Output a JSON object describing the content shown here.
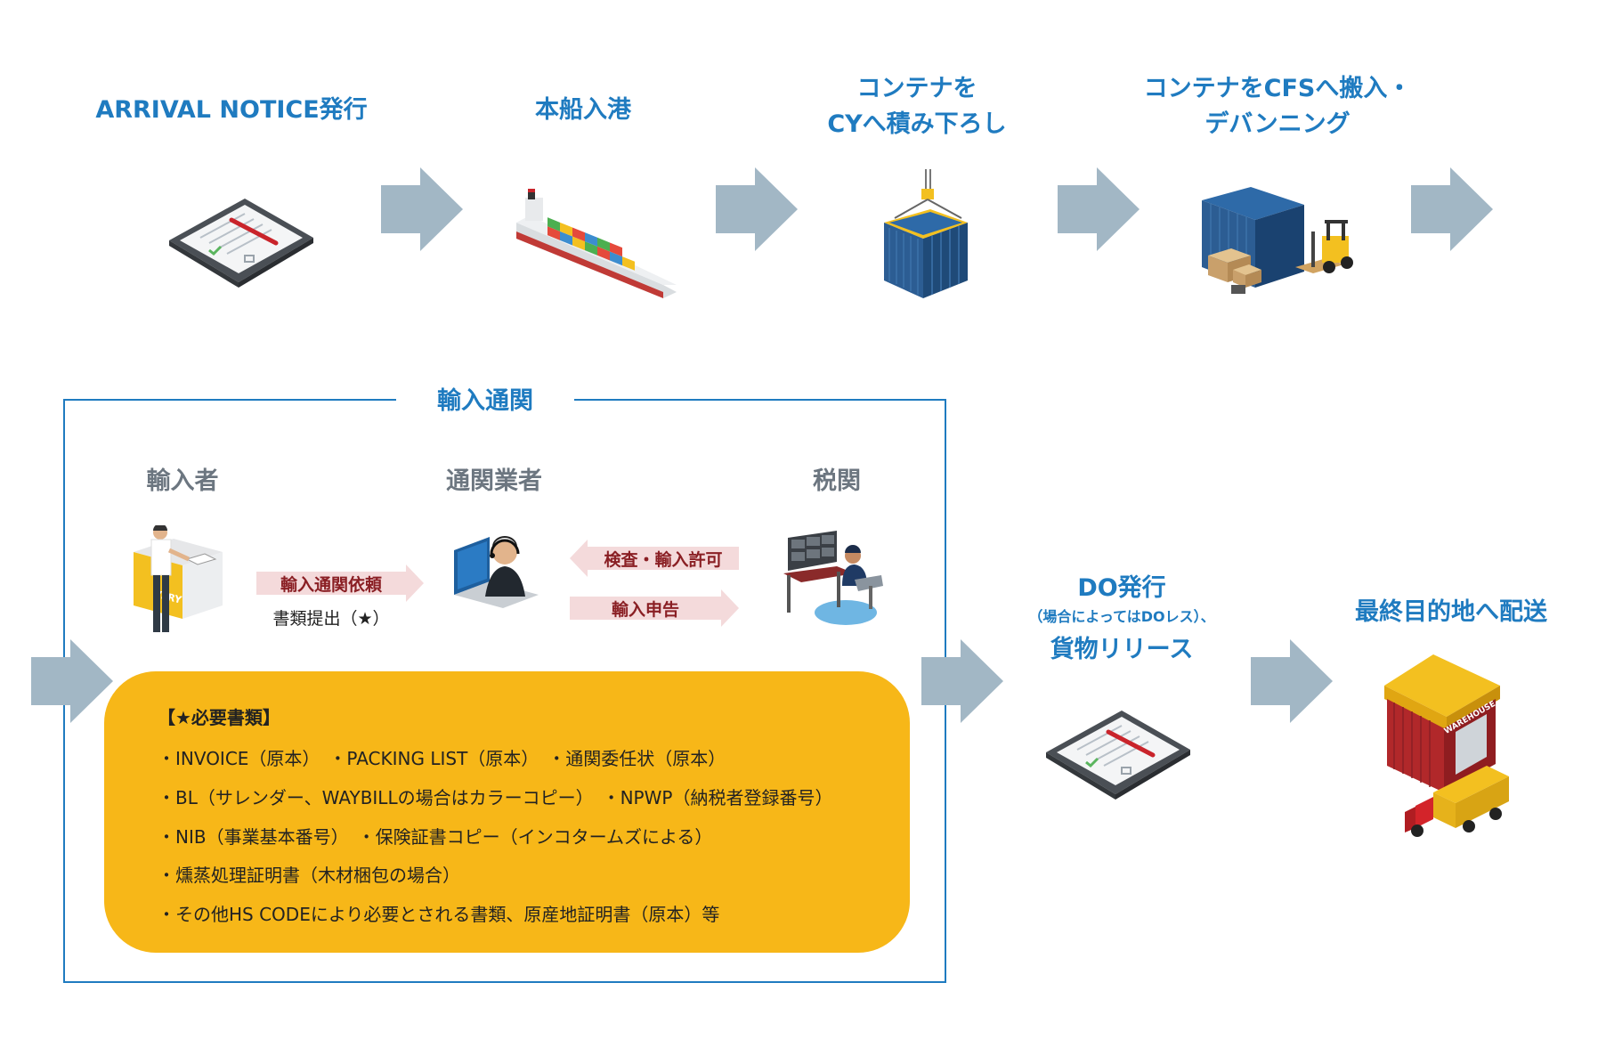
{
  "steps": {
    "arrival": {
      "title": "ARRIVAL NOTICE発行"
    },
    "vessel": {
      "title": "本船入港"
    },
    "cy": {
      "line1": "コンテナを",
      "line2": "CYへ積み下ろし"
    },
    "cfs": {
      "line1": "コンテナをCFSへ搬入・",
      "line2": "デバンニング"
    },
    "do_release": {
      "line1": "DO発行",
      "line2": "（場合によってはDOレス）、",
      "line3": "貨物リリース"
    },
    "final": {
      "title": "最終目的地へ配送"
    }
  },
  "customs": {
    "title": "輸入通関",
    "roles": {
      "importer": "輸入者",
      "broker": "通関業者",
      "customs_office": "税関"
    },
    "flows": {
      "request": "輸入通関依頼",
      "request_note": "書類提出（★）",
      "inspection": "検査・輸入許可",
      "declaration": "輸入申告"
    },
    "docs": {
      "title": "【★必要書類】",
      "lines": [
        "・INVOICE（原本）　・PACKING LIST（原本）　・通関委任状（原本）",
        "・BL（サレンダー、WAYBILLの場合はカラーコピー）　・NPWP（納税者登録番号）",
        "・NIB（事業基本番号）　・保険証書コピー（インコタームズによる）",
        "・燻蒸処理証明書（木材梱包の場合）",
        "・その他HS CODEにより必要とされる書類、原産地証明書（原本）等"
      ]
    }
  },
  "illustration_text": {
    "desk_sign": "VERY",
    "warehouse_sign": "WAREHOUSE"
  },
  "colors": {
    "title_blue": "#1f7bc0",
    "arrow_gray": "#a2b7c5",
    "pink_arrow": "#f4dadb",
    "pink_text": "#8a1f24",
    "docs_yellow": "#f7b718",
    "role_gray": "#6c7680"
  },
  "icons": [
    "clipboard-icon",
    "container-ship-icon",
    "crane-container-icon",
    "forklift-container-icon",
    "importer-person-icon",
    "broker-headset-icon",
    "customs-officer-icon",
    "warehouse-truck-icon"
  ]
}
